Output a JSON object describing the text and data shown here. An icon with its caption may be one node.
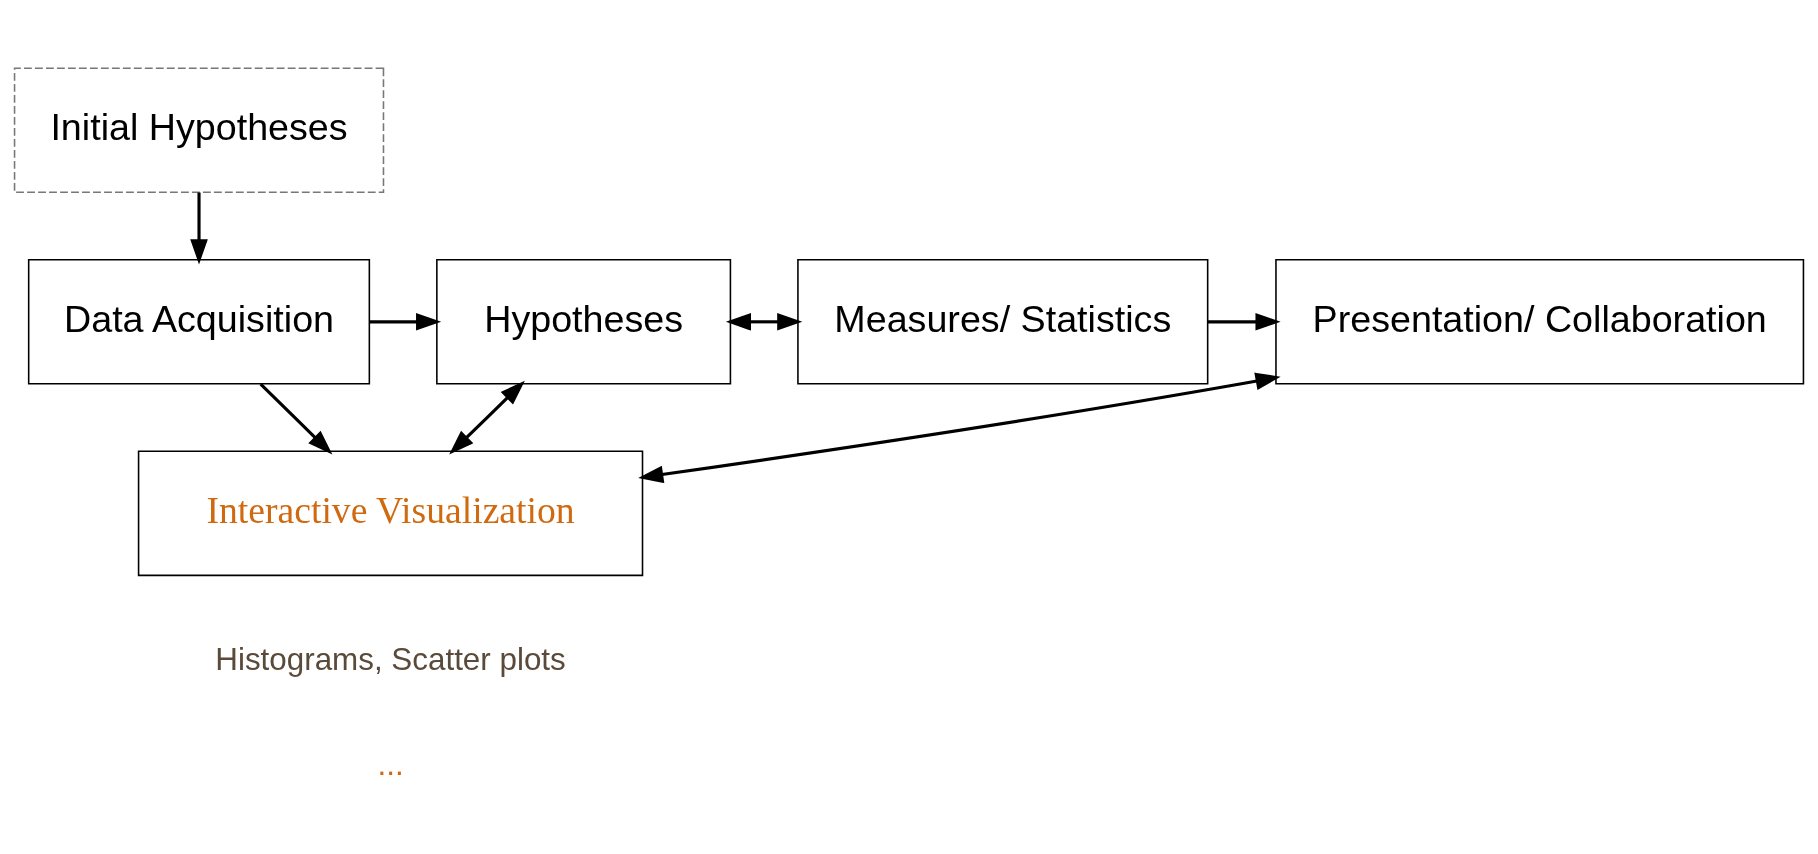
{
  "diagram": {
    "nodes": [
      {
        "text": [
          "Initial Hypotheses"
        ]
      },
      {
        "text": [
          "Data Acquisition"
        ]
      },
      {
        "text": [
          "Hypotheses"
        ]
      },
      {
        "text": [
          "Measures/ Statistics"
        ]
      },
      {
        "text": [
          "Presentation/ Collaboration"
        ]
      },
      {
        "text": [
          "Interactive Visualization"
        ],
        "beside": [
          "Histograms, Scatter plots",
          "..."
        ]
      }
    ],
    "edges": [
      {
        "from": 0,
        "to": 1,
        "arrow": "to"
      },
      {
        "from": 1,
        "to": 2,
        "arrow": "to"
      },
      {
        "from": 2,
        "to": 3,
        "arrow": "both"
      },
      {
        "from": 3,
        "to": 4,
        "arrow": "to"
      },
      {
        "from": 2,
        "to": 5,
        "arrow": "both"
      },
      {
        "from": 1,
        "to": 5,
        "arrow": "to"
      },
      {
        "from": 5,
        "to": 4,
        "arrow": "both"
      }
    ]
  }
}
